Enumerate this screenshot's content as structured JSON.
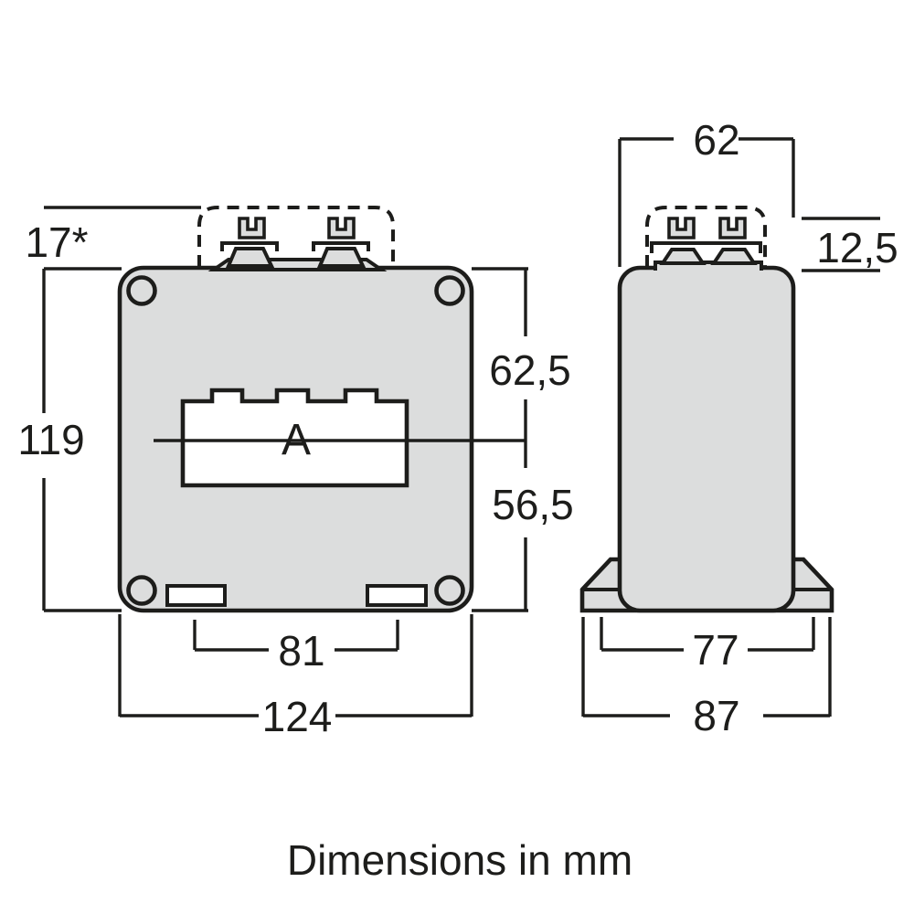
{
  "title_note": "Dimensions in mm",
  "colors": {
    "body_fill": "#dcdddd",
    "line": "#1d1d1b",
    "hole_fill": "#ffffff",
    "background": "#ffffff"
  },
  "front_view": {
    "aperture_label": "A",
    "dimensions": {
      "terminal_height": "17*",
      "overall_height": "119",
      "overall_width": "124",
      "slot_spacing": "81",
      "axis_to_top": "62,5",
      "axis_to_bottom": "56,5"
    }
  },
  "side_view": {
    "dimensions": {
      "body_depth": "62",
      "terminal_block_height": "12,5",
      "foot_inner_width": "77",
      "foot_overall_width": "87"
    }
  }
}
